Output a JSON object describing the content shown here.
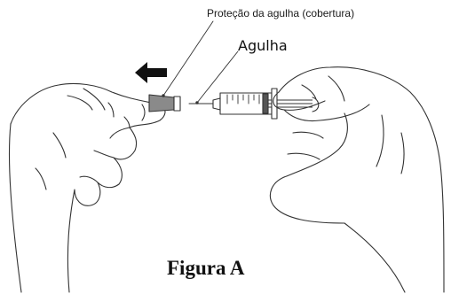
{
  "labels": {
    "needle_cap": "Proteção da agulha (cobertura)",
    "needle": "Agulha",
    "figure_caption": "Figura A"
  },
  "icons": {
    "arrow": "left-arrow-icon"
  },
  "colors": {
    "line": "#333333",
    "fill": "#ffffff",
    "cap": "#8a8a8a"
  }
}
